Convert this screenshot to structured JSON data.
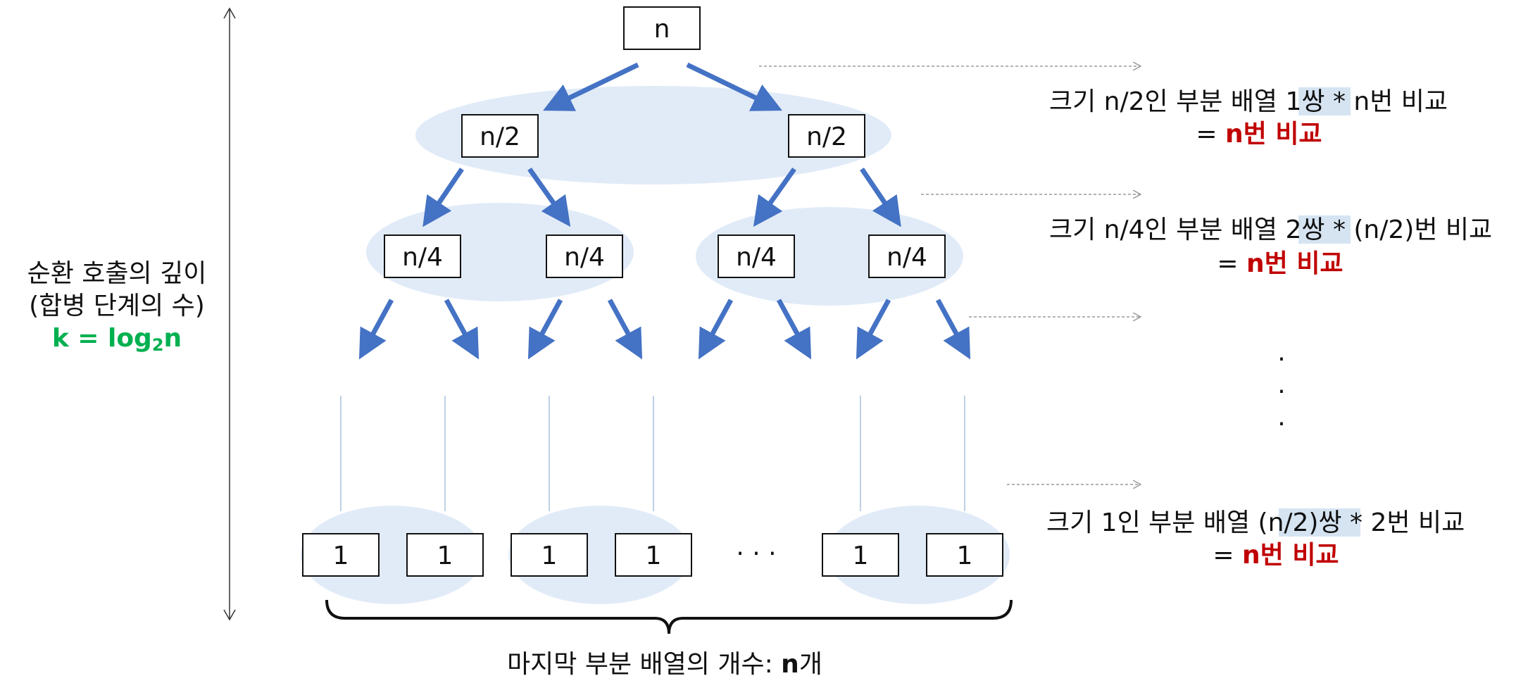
{
  "tree": {
    "root": "n",
    "level1": [
      "n/2",
      "n/2"
    ],
    "level2": [
      "n/4",
      "n/4",
      "n/4",
      "n/4"
    ],
    "leaves": [
      "1",
      "1",
      "1",
      "1",
      "1",
      "1"
    ],
    "leaf_ellipsis": "· · ·"
  },
  "depth": {
    "line1": "순환 호출의 깊이",
    "line2": "(합병 단계의 수)",
    "formula_prefix": "k = log",
    "formula_sub": "2",
    "formula_suffix": "n"
  },
  "annotations": {
    "level1": {
      "prefix": "크기 n/2인 부분 배열 ",
      "count": "1",
      "suffix": "쌍 * n번 비교",
      "result_eq": "= ",
      "result": "n번 비교"
    },
    "level2": {
      "prefix": "크기 n/4인 부분 배열 ",
      "count": "2",
      "suffix": "쌍 * (n/2)번 비교",
      "result_eq": "= ",
      "result": "n번 비교"
    },
    "vertical_dots": [
      "·",
      "·",
      "·"
    ],
    "leaf": {
      "prefix": "크기 1인 부분 배열 ",
      "count": "(n/2)",
      "suffix": "쌍 * 2번 비교",
      "result_eq": "= ",
      "result": "n번 비교"
    }
  },
  "bottom": {
    "prefix": "마지막 부분 배열의 개수: ",
    "value": "n",
    "suffix": "개"
  },
  "colors": {
    "arrow": "#4472c4",
    "ellipse": "#dae6f6",
    "highlight": "#d6e4f2",
    "red": "#c00000",
    "green": "#00b050",
    "guide": "#9a9a9a"
  }
}
